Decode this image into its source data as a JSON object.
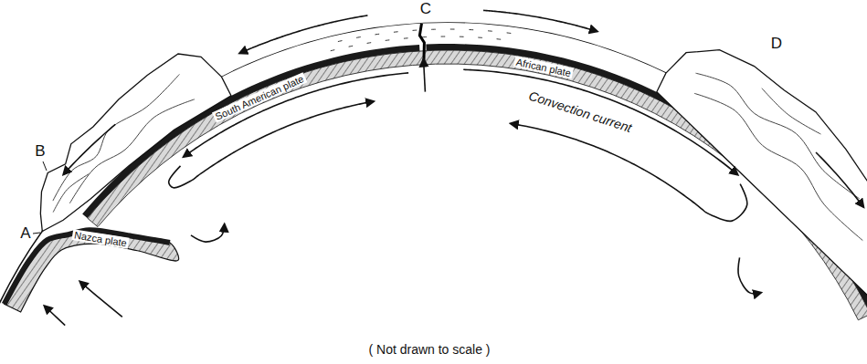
{
  "diagram": {
    "caption": "( Not drawn to scale )",
    "labels": [
      "A",
      "B",
      "C",
      "D",
      "South American plate",
      "African plate",
      "Nazca plate",
      "Convection current"
    ]
  }
}
